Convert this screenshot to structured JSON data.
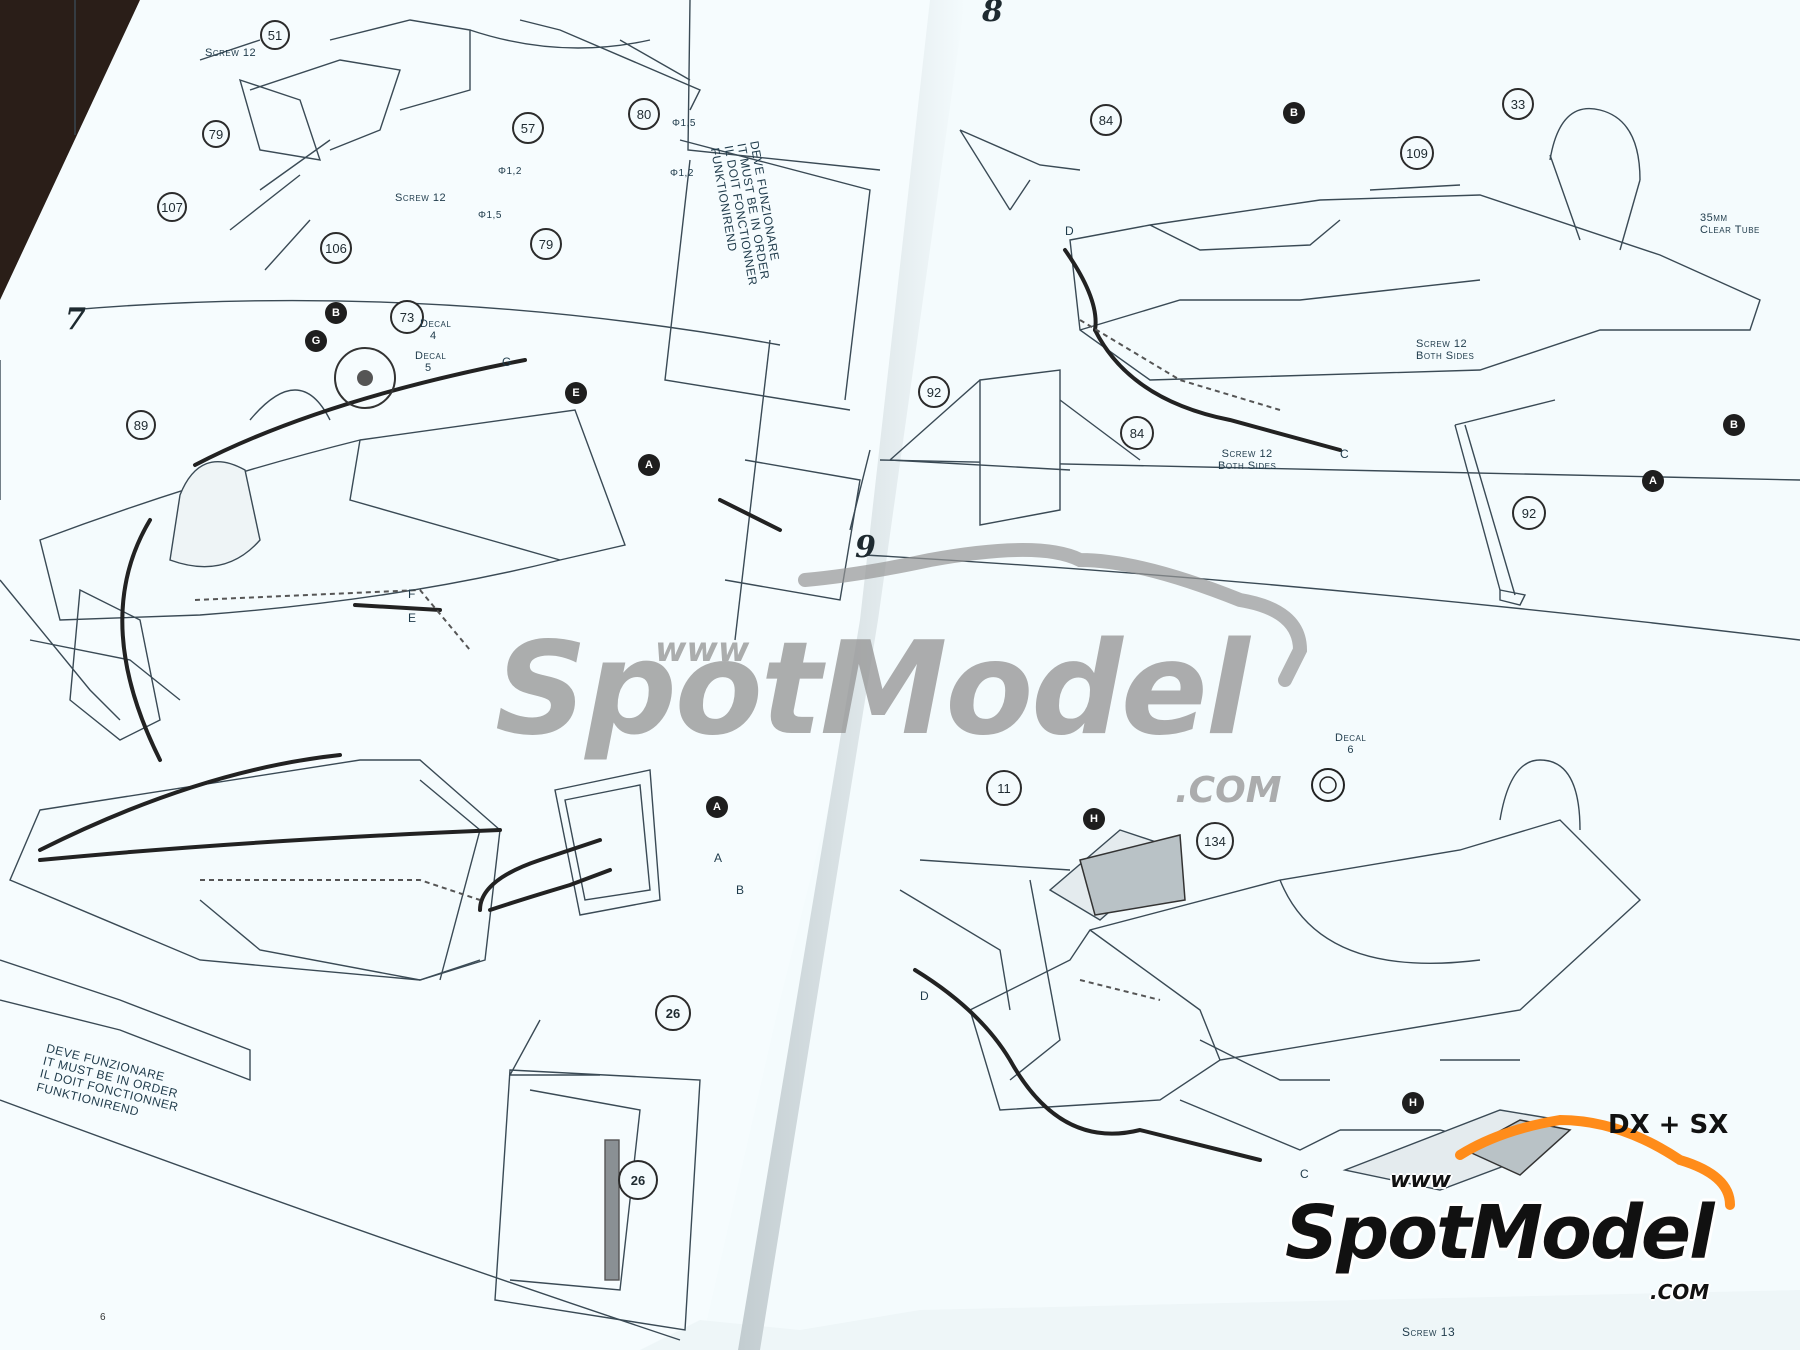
{
  "watermark": {
    "www": "www",
    "brand": "SpotModel",
    "domain": ".COM"
  },
  "logo": {
    "www": "www",
    "brand": "SpotModel",
    "domain": ".COM"
  },
  "corner_label": "DX + SX",
  "page_number_left": "6",
  "colors": {
    "background": "#ff5a1a",
    "paper": "#f4fbfd",
    "ink": "#1e2a30",
    "line": "#3a4a55"
  },
  "step7": {
    "number": "7",
    "parts": [
      "89",
      "73",
      "26",
      "26"
    ],
    "letters": [
      "B",
      "G",
      "E",
      "A",
      "A"
    ],
    "decal_a": {
      "word": "Decal",
      "num": "4"
    },
    "decal_b": {
      "word": "Decal",
      "num": "5"
    },
    "wire_letters": [
      "G",
      "F",
      "E",
      "A",
      "B"
    ],
    "note": [
      "DEVE FUNZIONARE",
      "IT MUST BE IN ORDER",
      "IL DOIT FONCTIONNER",
      "FUNKTIONIREND"
    ]
  },
  "step6_top": {
    "parts": [
      "51",
      "79",
      "107",
      "106",
      "57",
      "80",
      "79"
    ],
    "screw_a": "Screw 12",
    "screw_b": "Screw 12",
    "dims": [
      "Φ1,5",
      "Φ1,2",
      "Φ1,2",
      "Φ1,5"
    ],
    "note": [
      "DEVE FUNZIONARE",
      "IT MUST BE IN ORDER",
      "IL DOIT FONCTIONNER",
      "FUNKTIONIREND"
    ]
  },
  "step8": {
    "number": "8",
    "parts": [
      "84",
      "109",
      "33",
      "92",
      "84",
      "92"
    ],
    "letters": [
      "B",
      "B",
      "A"
    ],
    "wire_letters": [
      "D",
      "C"
    ],
    "screw_right": [
      "Screw 12",
      "Both Sides"
    ],
    "screw_left": [
      "Screw 12",
      "Both Sides"
    ],
    "tube": [
      "35mm",
      "Clear Tube"
    ]
  },
  "step9": {
    "number": "9",
    "parts": [
      "11",
      "134"
    ],
    "letters": [
      "H",
      "H"
    ],
    "decal": {
      "word": "Decal",
      "num": "6"
    },
    "wire_letters": [
      "D",
      "C"
    ],
    "screw": "Screw 13"
  }
}
